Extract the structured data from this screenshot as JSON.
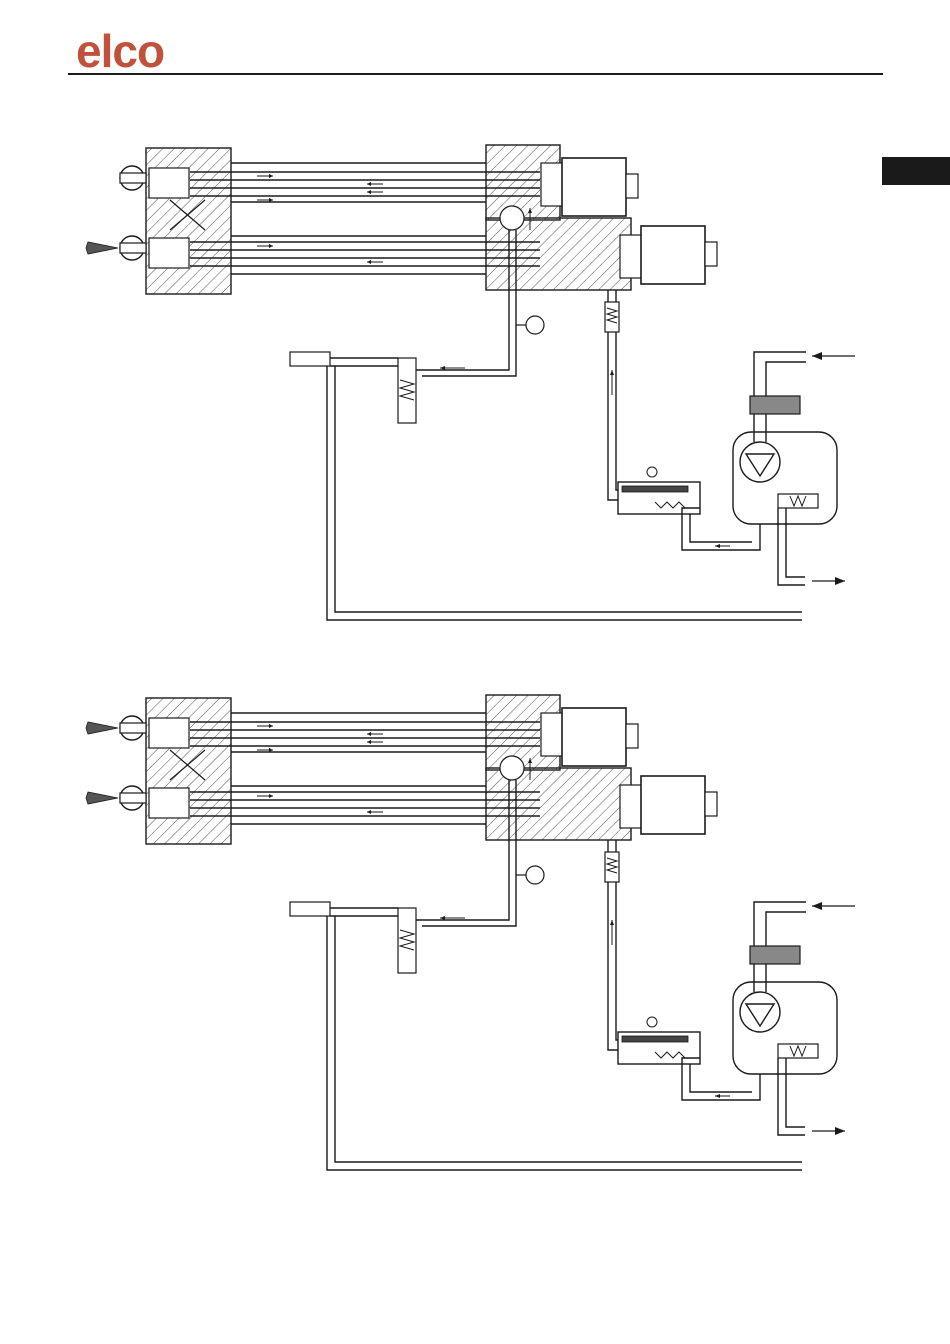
{
  "header": {
    "logo_text": "elco",
    "logo_color": "#c0523c"
  },
  "colors": {
    "line": "#1a1a1a",
    "hatch": "#555555",
    "background": "#ffffff"
  },
  "diagrams": [
    {
      "id": "top",
      "active_nozzles": 1
    },
    {
      "id": "bottom",
      "active_nozzles": 2
    }
  ]
}
